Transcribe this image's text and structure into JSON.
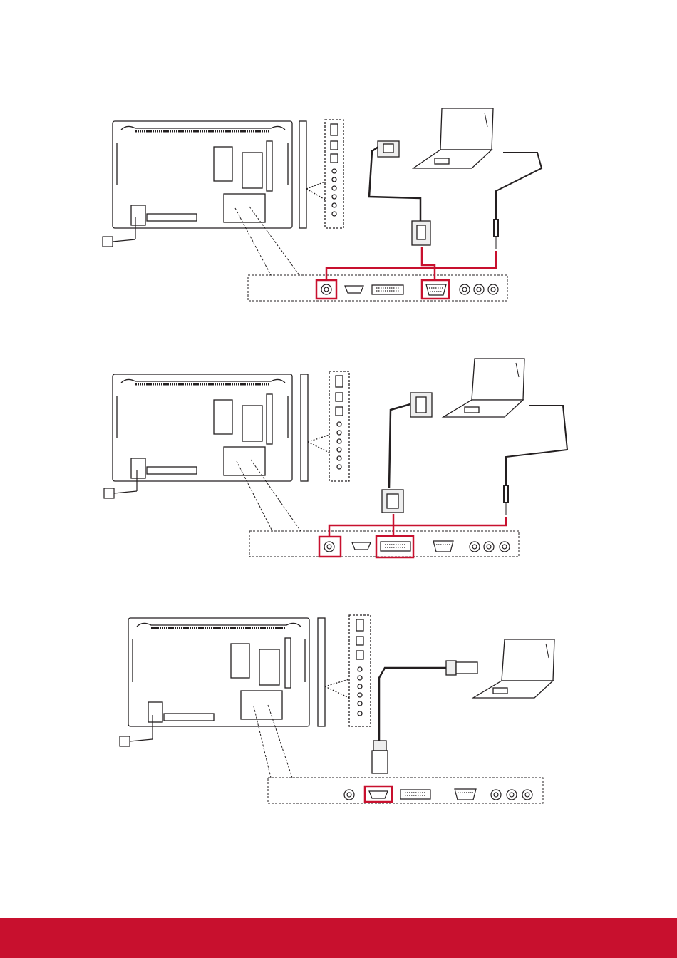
{
  "colors": {
    "accent": "#c8102e",
    "line": "#231f20",
    "footer": "#c8102e"
  },
  "diagrams": [
    {
      "id": "vga-connection",
      "highlighted_ports": [
        "audio-in",
        "vga-in"
      ],
      "cable": "vga-cable-icon",
      "audio": "audio-cable-icon"
    },
    {
      "id": "dvi-connection",
      "highlighted_ports": [
        "audio-in",
        "dvi-in"
      ],
      "cable": "dvi-cable-icon",
      "audio": "audio-cable-icon"
    },
    {
      "id": "hdmi-connection",
      "highlighted_ports": [
        "hdmi-in"
      ],
      "cable": "hdmi-cable-icon"
    }
  ]
}
